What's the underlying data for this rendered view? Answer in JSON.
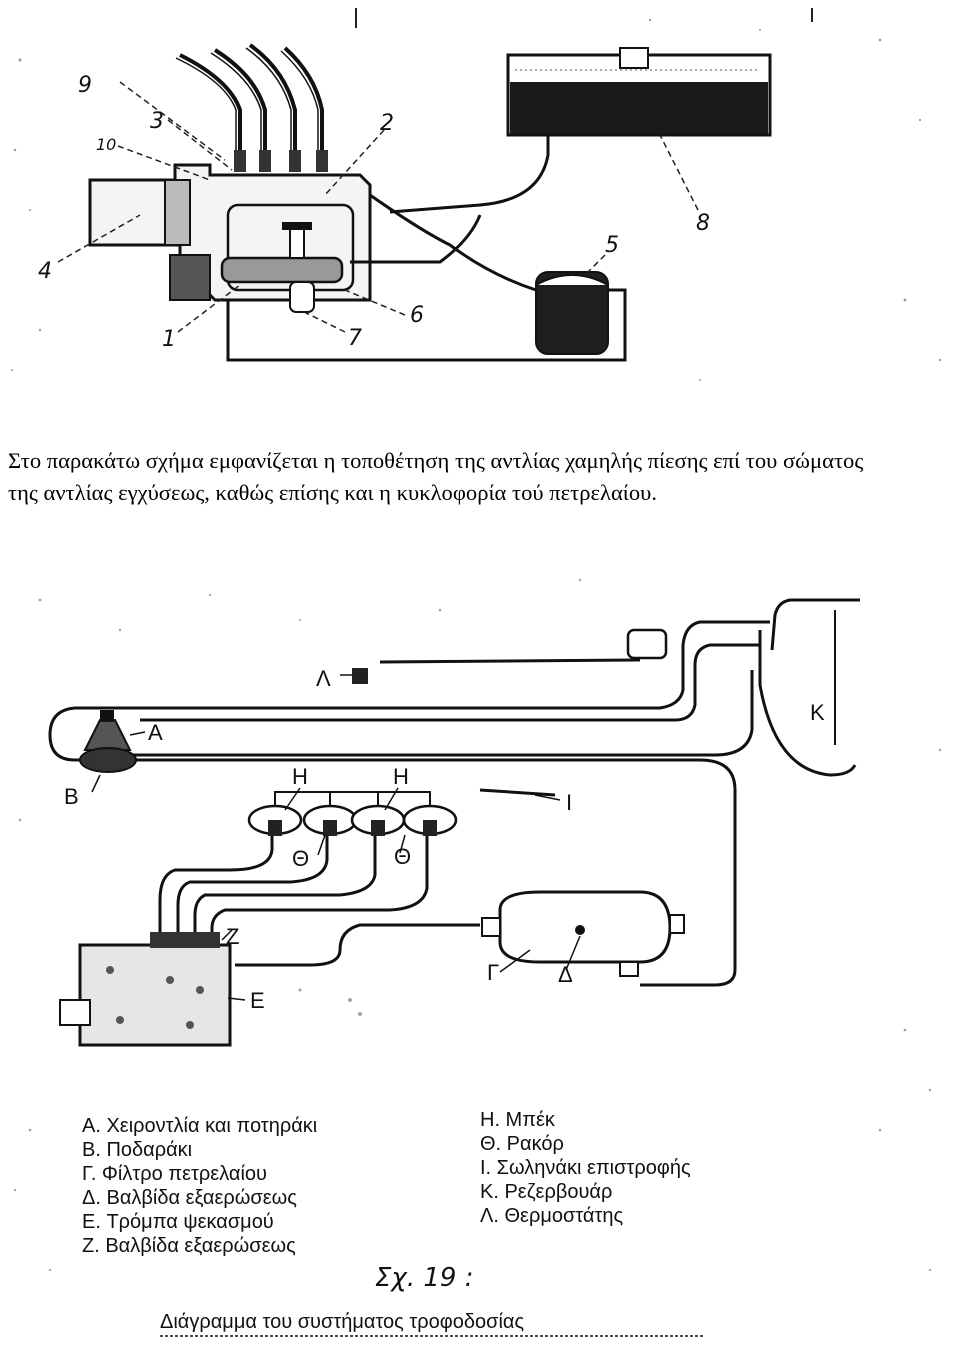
{
  "caption": {
    "line1": "Στο παρακάτω σχήμα εμφανίζεται η τοποθέτηση της αντλίας χαμηλής πίεσης επί του σώματος",
    "line2": "της αντλίας εγχύσεως, καθώς επίσης και η κυκλοφορία τού πετρελαίου."
  },
  "top_figure": {
    "callouts": [
      "9",
      "3",
      "10",
      "2",
      "4",
      "8",
      "5",
      "6",
      "1",
      "7"
    ]
  },
  "bottom_figure": {
    "labels": {
      "L_thermostat": "Λ",
      "A": "A",
      "B": "B",
      "K": "K",
      "H1": "H",
      "H2": "H",
      "I": "I",
      "TH1": "Θ",
      "TH2": "Θ",
      "Z": "Z",
      "E": "E",
      "G": "Γ",
      "D": "Δ"
    },
    "legend_left": [
      "A. Χειροντλία και ποτηράκι",
      "B. Ποδαράκι",
      "Γ. Φίλτρο πετρελαίου",
      "Δ. Βαλβίδα εξαερώσεως",
      "E. Τρόμπα ψεκασμού",
      "Z. Βαλβίδα εξαερώσεως"
    ],
    "legend_right": [
      "H.  Μπέκ",
      "Θ. Ρακόρ",
      "I. Σωληνάκι επιστροφής",
      "K. Ρεζερβουάρ",
      "Λ. Θερμοστάτης"
    ],
    "figure_number": "Σχ. 19 :",
    "figure_title": "Διάγραμμα του συστήματος τροφοδοσίας"
  }
}
